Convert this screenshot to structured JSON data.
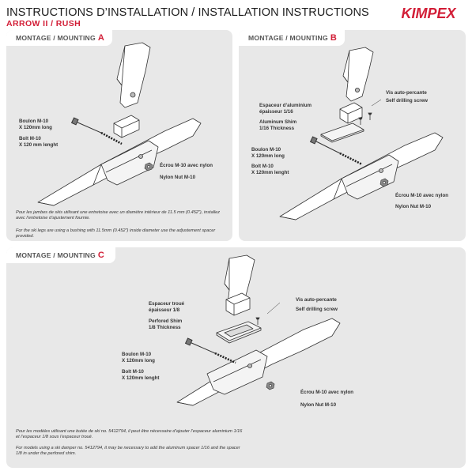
{
  "header": {
    "title": "INSTRUCTIONS D’INSTALLATION / INSTALLATION INSTRUCTIONS",
    "subtitle": "ARROW II / RUSH",
    "brand": "KIMPEX",
    "brand_color": "#d21e37"
  },
  "panels": {
    "a": {
      "heading": "MONTAGE / MOUNTING",
      "letter": "A",
      "labels": {
        "bolt_fr_1": "Boulon M-10",
        "bolt_fr_2": "X 120mm long",
        "bolt_en_1": "Bolt M-10",
        "bolt_en_2": "X 120 mm lenght",
        "nut_fr": "Écrou M-10 avec nylon",
        "nut_en": "Nylon Nut M-10"
      },
      "note_fr": "Pour les jambes de skis utilisant une entretoise avec un diamètre intérieur de 11.5 mm (0.452\"), installez avec l’entretoise d’ajustement fournie.",
      "note_en": "For the ski legs are using a bushing with 11.5mm (0.452\") inside diameter use the adjustement spacer provided."
    },
    "b": {
      "heading": "MONTAGE / MOUNTING",
      "letter": "B",
      "labels": {
        "screw_fr": "Vis auto-percante",
        "screw_en": "Self drilling screw",
        "spacer_fr_1": "Espaceur d’aluminium",
        "spacer_fr_2": "épaisseur 1/16",
        "spacer_en_1": "Aluminum Shim",
        "spacer_en_2": "1/16 Thickness",
        "bolt_fr_1": "Boulon M-10",
        "bolt_fr_2": "X 120mm long",
        "bolt_en_1": "Bolt M-10",
        "bolt_en_2": "X 120mm lenght",
        "nut_fr": "Écrou M-10 avec nylon",
        "nut_en": "Nylon Nut M-10"
      }
    },
    "c": {
      "heading": "MONTAGE / MOUNTING",
      "letter": "C",
      "labels": {
        "screw_fr": "Vis auto-percante",
        "screw_en": "Self drilling screw",
        "spacer_fr_1": "Espaceur troué",
        "spacer_fr_2": "épaisseur 1/8",
        "spacer_en_1": "Perfored Shim",
        "spacer_en_2": "1/8 Thickness",
        "bolt_fr_1": "Boulon M-10",
        "bolt_fr_2": "X 120mm long",
        "bolt_en_1": "Bolt M-10",
        "bolt_en_2": "X 120mm lenght",
        "nut_fr": "Écrou M-10 avec nylon",
        "nut_en": "Nylon Nut M-10"
      },
      "note_fr": "Pour les modèles utilisant une butée de ski no. 5412794, il peut être nécessaire d’ajouter l’espaceur aluminium 1/16 et l’espaceur 1/8 sous l’espaceur troué.",
      "note_en": "For models using a ski damper no. 5412794, it may be necessary to add the aluminum spacer 1/16 and the spacer 1/8 in under the perfored shim."
    }
  }
}
